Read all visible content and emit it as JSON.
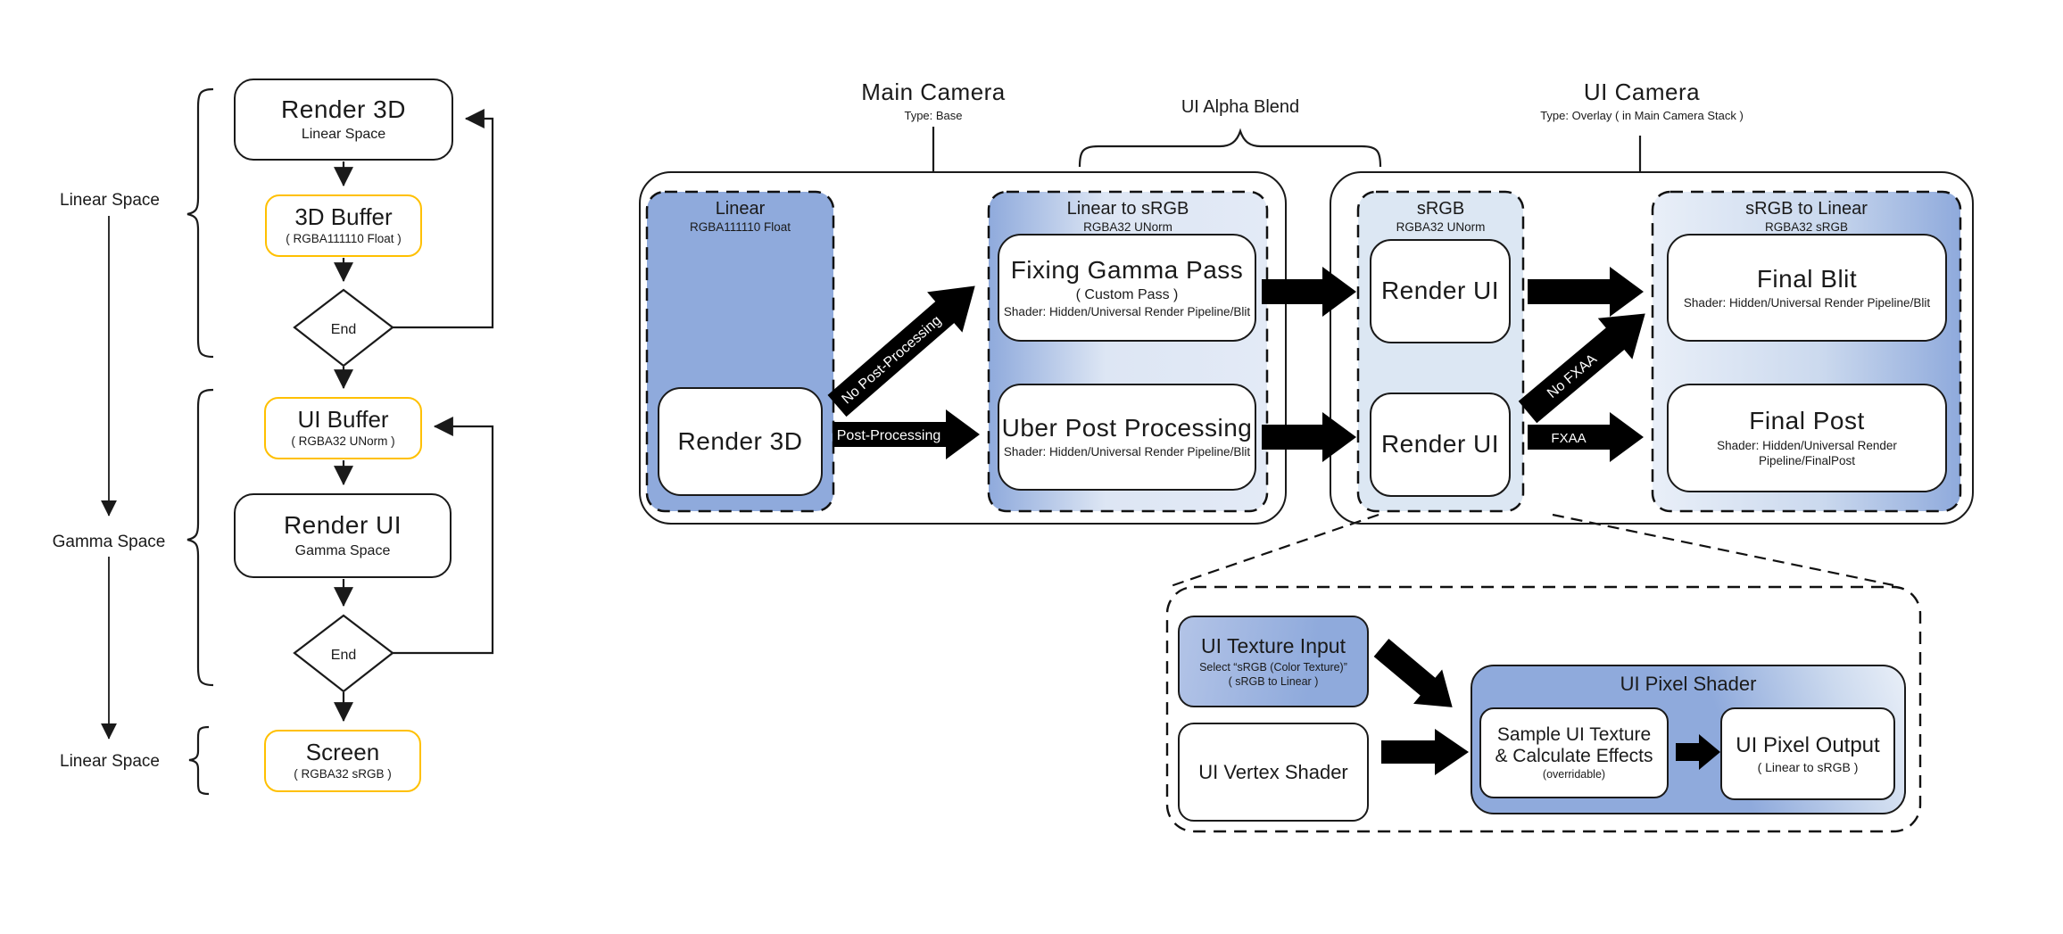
{
  "colors": {
    "accent_blue": "#8FAADC",
    "light_blue": "#DCE7F3",
    "pale_blue": "#E9EFF8",
    "highlight_yellow": "#FFC000",
    "ink": "#1A1A1A"
  },
  "flowchart": {
    "render3d": {
      "title": "Render 3D",
      "subtitle": "Linear Space"
    },
    "buffer3d": {
      "title": "3D Buffer",
      "subtitle": "( RGBA111110 Float )"
    },
    "end1": "End",
    "ui_buffer": {
      "title": "UI Buffer",
      "subtitle": "( RGBA32 UNorm )"
    },
    "render_ui": {
      "title": "Render UI",
      "subtitle": "Gamma Space"
    },
    "end2": "End",
    "screen": {
      "title": "Screen",
      "subtitle": "( RGBA32 sRGB )"
    },
    "labels": {
      "linear_top": "Linear Space",
      "gamma": "Gamma Space",
      "linear_bottom": "Linear Space"
    }
  },
  "pipeline": {
    "main_camera": {
      "title": "Main Camera",
      "subtitle": "Type: Base"
    },
    "ui_alpha_blend": "UI Alpha Blend",
    "ui_camera": {
      "title": "UI Camera",
      "subtitle": "Type: Overlay  ( in Main Camera Stack )"
    },
    "linear_group": {
      "title": "Linear",
      "subtitle": "RGBA111110 Float",
      "render3d": "Render 3D"
    },
    "linear_to_srgb": {
      "title": "Linear to sRGB",
      "subtitle": "RGBA32 UNorm",
      "fixing_gamma": {
        "title": "Fixing Gamma Pass",
        "note": "( Custom Pass )",
        "shader": "Shader: Hidden/Universal Render Pipeline/Blit"
      },
      "uber_post": {
        "title": "Uber Post Processing",
        "shader": "Shader: Hidden/Universal Render Pipeline/Blit"
      }
    },
    "srgb_group": {
      "title": "sRGB",
      "subtitle": "RGBA32 UNorm",
      "render_ui_top": "Render UI",
      "render_ui_bottom": "Render UI"
    },
    "srgb_to_linear": {
      "title": "sRGB to Linear",
      "subtitle": "RGBA32 sRGB",
      "final_blit": {
        "title": "Final Blit",
        "shader": "Shader: Hidden/Universal Render Pipeline/Blit"
      },
      "final_post": {
        "title": "Final Post",
        "shader": "Shader: Hidden/Universal Render Pipeline/FinalPost"
      }
    },
    "arrows": {
      "no_post": "No Post-Processing",
      "post": "Post-Processing",
      "no_fxaa": "No FXAA",
      "fxaa": "FXAA"
    }
  },
  "detail": {
    "ui_texture_input": {
      "title": "UI Texture Input",
      "note1": "Select “sRGB (Color Texture)”",
      "note2": "( sRGB to Linear )"
    },
    "ui_vertex_shader": "UI Vertex Shader",
    "ui_pixel_shader": {
      "title": "UI Pixel Shader",
      "sample": {
        "line1": "Sample UI Texture",
        "line2": "& Calculate Effects",
        "note": "(overridable)"
      },
      "output": {
        "title": "UI Pixel Output",
        "note": "( Linear to sRGB )"
      }
    }
  }
}
